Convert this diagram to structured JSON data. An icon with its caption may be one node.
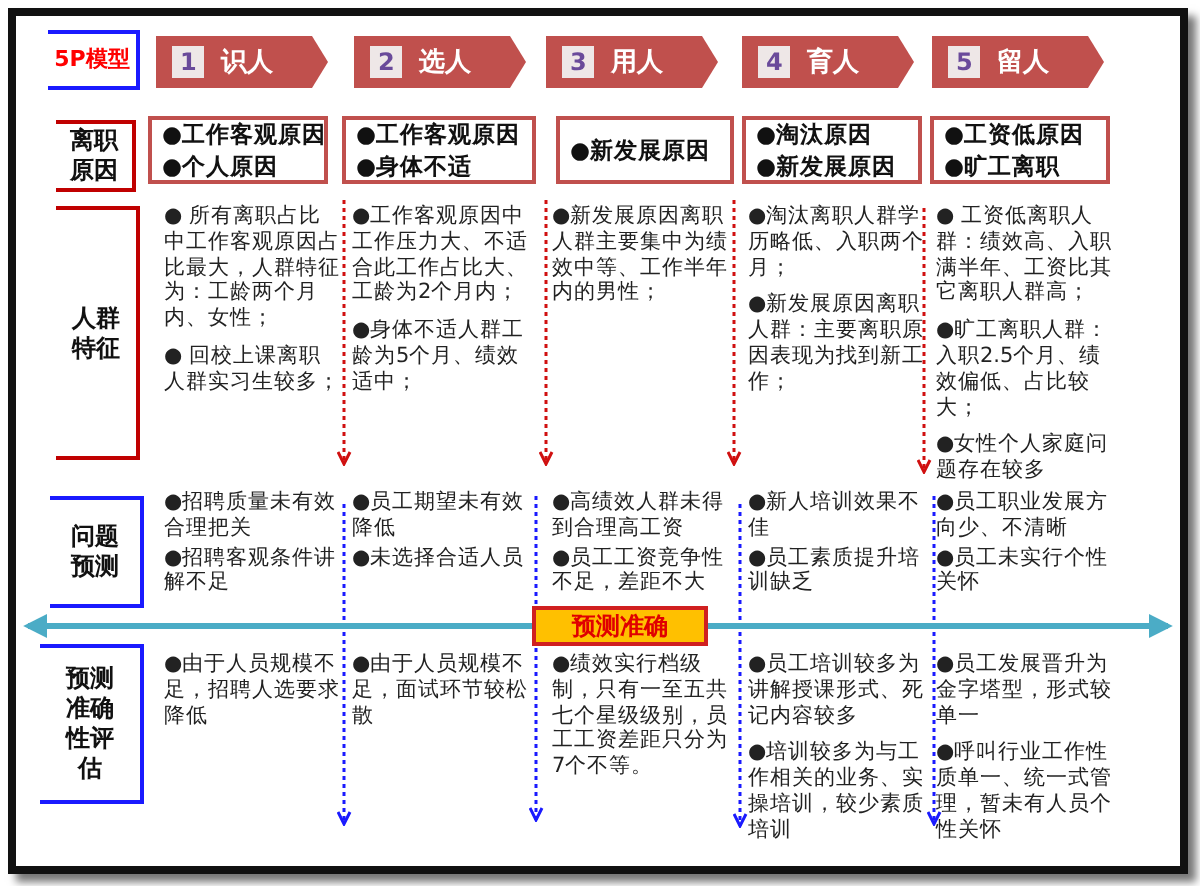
{
  "diagram": {
    "nodes": [
      {
        "text": [
          "5P模型"
        ]
      },
      {
        "text": [
          "1",
          "识人"
        ]
      },
      {
        "text": [
          "2",
          "选人"
        ]
      },
      {
        "text": [
          "3",
          "用人"
        ]
      },
      {
        "text": [
          "4",
          "育人"
        ]
      },
      {
        "text": [
          "5",
          "留人"
        ]
      },
      {
        "text": [
          "离职原因"
        ]
      },
      {
        "text": [
          "●工作客观原因",
          "●个人原因"
        ]
      },
      {
        "text": [
          "●工作客观原因",
          "●身体不适"
        ]
      },
      {
        "text": [
          "●新发展原因"
        ]
      },
      {
        "text": [
          "●淘汰原因",
          "●新发展原因"
        ]
      },
      {
        "text": [
          "●工资低原因",
          "●旷工离职"
        ]
      },
      {
        "text": [
          "人群特征"
        ]
      },
      {
        "text": [
          "问题预测"
        ]
      },
      {
        "text": [
          "预测准确性评估"
        ]
      },
      {
        "text": [
          "预测准确"
        ]
      }
    ],
    "labels": [
      "● 所有离职占比中工作客观原因占比最大，人群特征为：工龄两个月内、女性；",
      "● 回校上课离职人群实习生较多；",
      "●工作客观原因中工作压力大、不适合此工作占比大、工龄为2个月内；",
      "●身体不适人群工龄为5个月、绩效适中；",
      "●新发展原因离职人群主要集中为绩效中等、工作半年内的男性；",
      "●淘汰离职人群学历略低、入职两个月；",
      "●新发展原因离职人群：主要离职原因表现为找到新工作；",
      "● 工资低离职人群：绩效高、入职满半年、工资比其它离职人群高；",
      "●旷工离职人群：入职2.5个月、绩效偏低、占比较大；",
      "●女性个人家庭问题存在较多",
      "●招聘质量未有效合理把关",
      "●招聘客观条件讲解不足",
      "●员工期望未有效降低",
      "●未选择合适人员",
      "●高绩效人群未得到合理高工资",
      "●员工工资竞争性不足，差距不大",
      "●新人培训效果不佳",
      "●员工素质提升培训缺乏",
      "●员工职业发展方向少、不清晰",
      "●员工未实行个性关怀",
      "●由于人员规模不足，招聘人选要求降低",
      "●由于人员规模不足，面试环节较松散",
      "●绩效实行档级制，只有一至五共七个星级级别，员工工资差距只分为7个不等。",
      "●员工培训较多为讲解授课形式、死记内容较多",
      "●培训较多为与工作相关的业务、实操培训，较少素质培训",
      "●员工发展晋升为金字塔型，形式较单一",
      "●呼叫行业工作性质单一、统一式管理，暂未有人员个性关怀"
    ]
  }
}
